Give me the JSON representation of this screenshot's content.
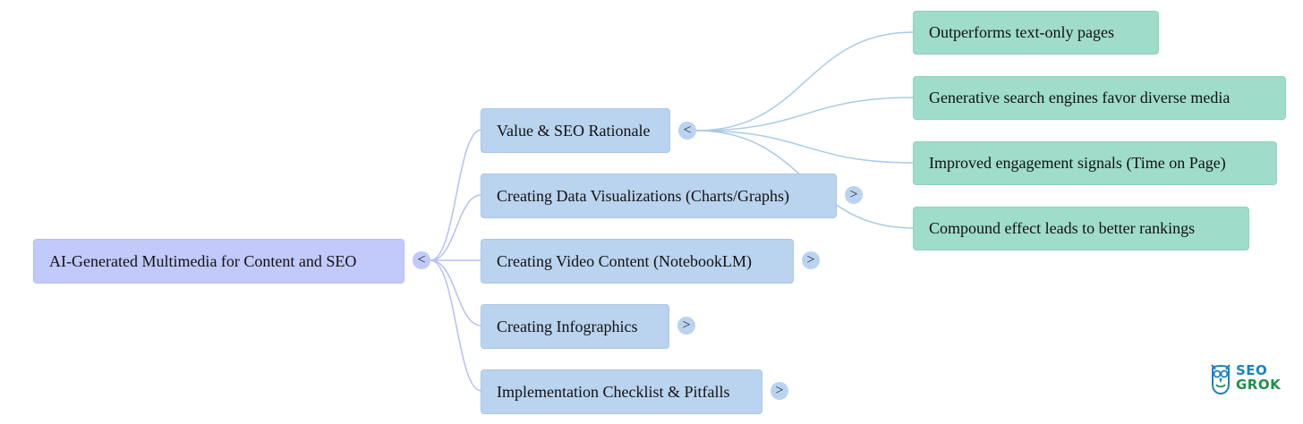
{
  "root": {
    "label": "AI-Generated Multimedia for Content and SEO",
    "toggle": "<"
  },
  "branches": [
    {
      "label": "Value & SEO Rationale",
      "toggle": "<"
    },
    {
      "label": "Creating Data Visualizations (Charts/Graphs)",
      "toggle": ">"
    },
    {
      "label": "Creating Video Content (NotebookLM)",
      "toggle": ">"
    },
    {
      "label": "Creating Infographics",
      "toggle": ">"
    },
    {
      "label": "Implementation Checklist & Pitfalls",
      "toggle": ">"
    }
  ],
  "leaves": [
    {
      "label": "Outperforms text-only pages"
    },
    {
      "label": "Generative search engines favor diverse media"
    },
    {
      "label": "Improved engagement signals (Time on Page)"
    },
    {
      "label": "Compound effect leads to better rankings"
    }
  ],
  "logo": {
    "line1": "SEO",
    "line2": "GROK"
  },
  "colors": {
    "root_fill": "#c2c9fb",
    "branch_fill": "#bad3ef",
    "leaf_fill": "#9fdcca",
    "root_edge": "#b6bff3",
    "leaf_edge": "#a9cbe8",
    "logo_blue": "#1b7fc4",
    "logo_green": "#1f8f4a"
  }
}
